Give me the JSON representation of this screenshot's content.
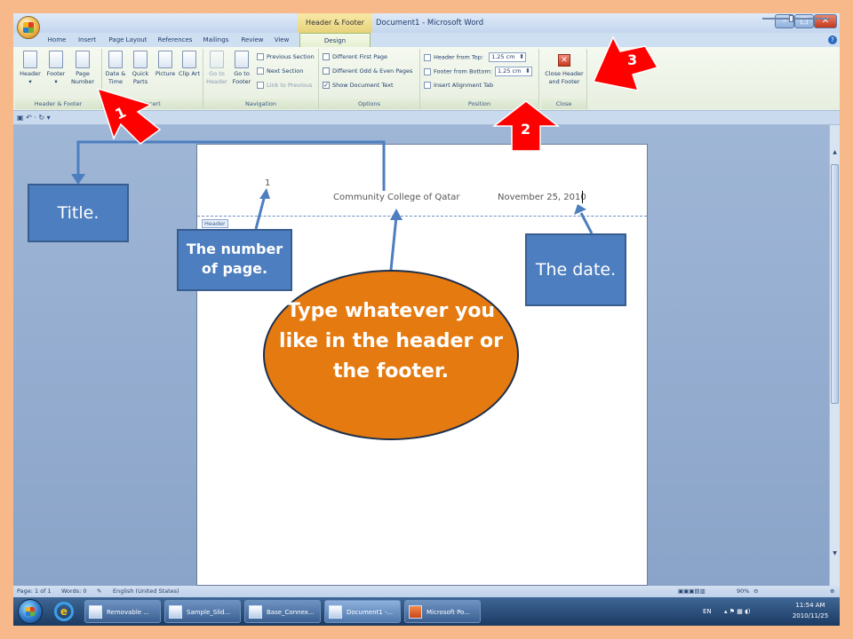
{
  "window": {
    "contextual_tools": "Header & Footer Tools",
    "title": "Document1 - Microsoft Word",
    "minimize": "–",
    "maximize": "□",
    "close": "✕"
  },
  "tabs": [
    "Home",
    "Insert",
    "Page Layout",
    "References",
    "Mailings",
    "Review",
    "View",
    "Design"
  ],
  "ribbon": {
    "header_footer": {
      "label": "Header & Footer",
      "header": "Header",
      "footer": "Footer",
      "page_number": "Page Number"
    },
    "insert": {
      "label": "Insert",
      "date_time": "Date & Time",
      "quick_parts": "Quick Parts",
      "picture": "Picture",
      "clip_art": "Clip Art"
    },
    "navigation": {
      "label": "Navigation",
      "go_to_header": "Go to Header",
      "go_to_footer": "Go to Footer",
      "previous_section": "Previous Section",
      "next_section": "Next Section",
      "link_to_previous": "Link to Previous"
    },
    "options": {
      "label": "Options",
      "different_first_page": "Different First Page",
      "different_odd_even": "Different Odd & Even Pages",
      "show_document_text": "Show Document Text",
      "show_document_text_checked": "✓"
    },
    "position": {
      "label": "Position",
      "header_from_top": "Header from Top:",
      "header_from_top_value": "1.25 cm",
      "footer_from_bottom": "Footer from Bottom:",
      "footer_from_bottom_value": "1.25 cm",
      "insert_alignment_tab": "Insert Alignment Tab"
    },
    "close": {
      "label": "Close",
      "close_header_footer": "Close Header and Footer"
    }
  },
  "qat": {
    "items": "▣ ↶ · ↻ ▾"
  },
  "document": {
    "page_number": "1",
    "header_title": "Community College of Qatar",
    "header_date": "November 25, 2010",
    "header_tag": "Header"
  },
  "statusbar": {
    "page": "Page: 1 of 1",
    "words": "Words: 0",
    "language": "English (United States)",
    "zoom": "90%"
  },
  "taskbar": {
    "tasks": [
      "Removable ...",
      "Sample_Slid...",
      "Base_Connex...",
      "Document1 -...",
      "Microsoft Po..."
    ],
    "lang": "EN",
    "time": "11:54 AM",
    "date": "2010/11/25"
  },
  "annotations": {
    "title_box": "Title.",
    "page_number_box": "The number of page.",
    "date_box": "The date.",
    "ellipse": "Type whatever you like in the header or the footer.",
    "num1": "1",
    "num2": "2",
    "num3": "3"
  },
  "colors": {
    "slide_background": "#f7b98a",
    "callout_blue": "#4d7ebf",
    "ellipse_orange": "#e57a10",
    "arrow_red": "#ff0000"
  }
}
